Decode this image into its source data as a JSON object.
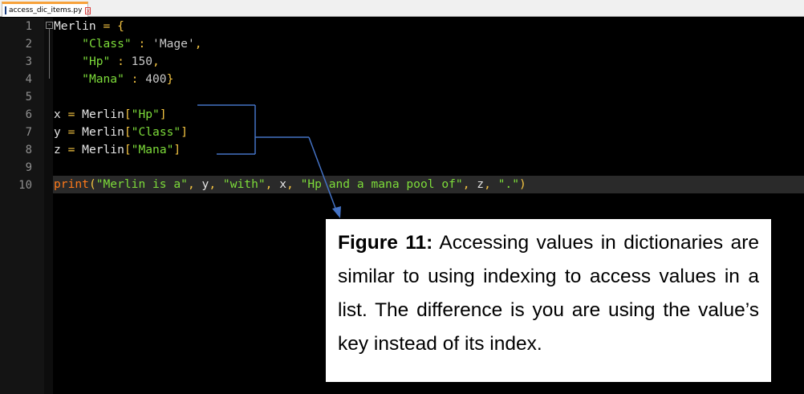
{
  "tab": {
    "filename": "access_dic_items.py",
    "close": "x"
  },
  "editor": {
    "fold_marker": "-",
    "line_numbers": [
      "1",
      "2",
      "3",
      "4",
      "5",
      "6",
      "7",
      "8",
      "9",
      "10"
    ],
    "code": {
      "l1": {
        "name": "Merlin",
        "assign": " = ",
        "brace": "{"
      },
      "l2": {
        "key": "\"Class\"",
        "colon": " : ",
        "value": "'Mage'",
        "comma": ","
      },
      "l3": {
        "key": "\"Hp\"",
        "colon": " : ",
        "value": "150",
        "comma": ","
      },
      "l4": {
        "key": "\"Mana\"",
        "colon": " : ",
        "value": "400",
        "brace": "}"
      },
      "l6": {
        "var": "x",
        "assign": " = ",
        "obj": "Merlin",
        "open": "[",
        "key": "\"Hp\"",
        "close": "]"
      },
      "l7": {
        "var": "y",
        "assign": " = ",
        "obj": "Merlin",
        "open": "[",
        "key": "\"Class\"",
        "close": "]"
      },
      "l8": {
        "var": "z",
        "assign": " = ",
        "obj": "Merlin",
        "open": "[",
        "key": "\"Mana\"",
        "close": "]"
      },
      "l10": {
        "fn": "print",
        "open": "(",
        "s1": "\"Merlin is a\"",
        "c1": ", ",
        "a1": "y",
        "c2": ", ",
        "s2": "\"with\"",
        "c3": ", ",
        "a2": "x",
        "c4": ", ",
        "s3": "\"Hp and a mana pool of\"",
        "c5": ", ",
        "a3": "z",
        "c6": ", ",
        "s4": "\".\"",
        "close": ")"
      }
    }
  },
  "caption": {
    "label": "Figure 11:",
    "text": " Accessing values in dictionaries are similar to using indexing to access values in a list. The difference is you are using the value’s key instead of its index."
  },
  "colors": {
    "annotation_line": "#4472c4",
    "keyword": "#ff7a1a",
    "string": "#7ddc3a",
    "operator": "#f5c542"
  }
}
